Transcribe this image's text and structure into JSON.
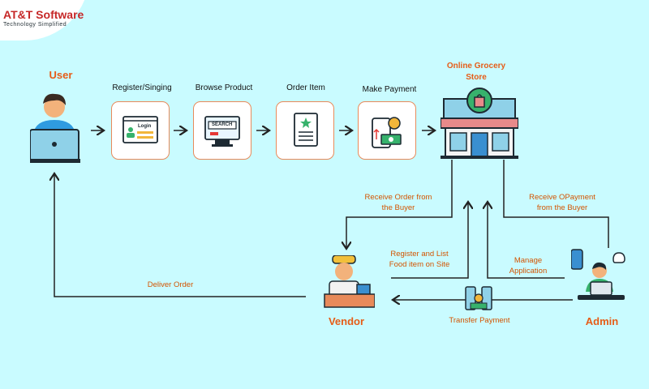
{
  "logo": {
    "title": "AT&T Software",
    "subtitle": "Technology Simplified"
  },
  "actors": {
    "user": "User",
    "store": "Online Grocery\nStore",
    "vendor": "Vendor",
    "admin": "Admin"
  },
  "steps": [
    {
      "label": "Register/Singing",
      "icon_text": "Login"
    },
    {
      "label": "Browse Product",
      "icon_text": "SEARCH"
    },
    {
      "label": "Order Item",
      "icon_text": ""
    },
    {
      "label": "Make Payment",
      "icon_text": ""
    }
  ],
  "flows": {
    "receive_order": "Receive Order from\nthe Buyer",
    "receive_payment": "Receive OPayment\nfrom the Buyer",
    "register_list": "Register and List\nFood item on Site",
    "manage": "Manage\nApplication",
    "deliver": "Deliver Order",
    "transfer": "Transfer Payment"
  },
  "colors": {
    "background": "#c9fbff",
    "accent": "#e65c17",
    "box_border": "#e88a5a"
  }
}
